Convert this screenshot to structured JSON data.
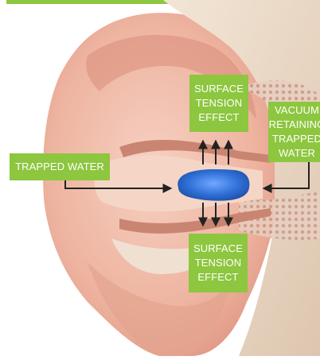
{
  "labels": {
    "trapped_water": "TRAPPED WATER",
    "surface_tension_top": "SURFACE\nTENSION\nEFFECT",
    "surface_tension_bottom": "SURFACE\nTENSION\nEFFECT",
    "vacuum": "VACUUM\nRETAINING\nTRAPPED\nWATER"
  },
  "colors": {
    "label_green": "#8dc63f",
    "top_bar_green": "#8dc63f",
    "water_blue": "#2f6fd6",
    "skin": "#f1bfae",
    "cartilage": "#e9dccd",
    "arrow": "#222222"
  }
}
